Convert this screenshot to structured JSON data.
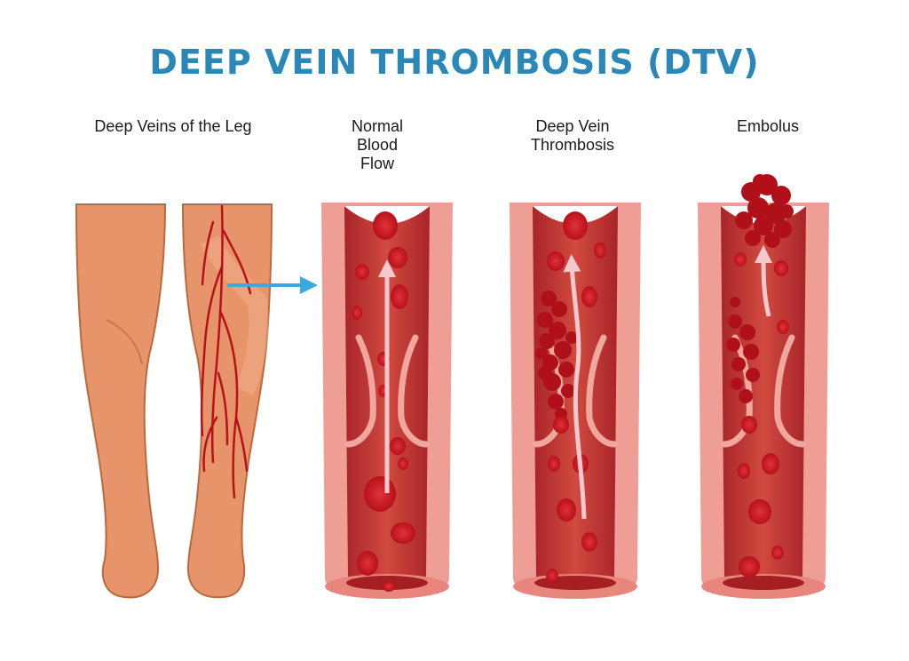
{
  "title": "DEEP VEIN THROMBOSIS (DTV)",
  "labels": {
    "legs": "Deep Veins of the Leg",
    "normal": "Normal\nBlood\nFlow",
    "dvt": "Deep Vein\nThrombosis",
    "embolus": "Embolus"
  },
  "colors": {
    "title": "#2a88b8",
    "skin": "#e8946a",
    "skin_outline": "#b86a3e",
    "vessel_outer": "#ee9e94",
    "vessel_inner": "#c0322e",
    "blood_cell": "#c4141f",
    "arrow": "#f6c9cf",
    "pointer": "#3aa9dc"
  },
  "icons": [
    "legs-illustration",
    "blood-vessel-icon",
    "blood-cell-icon",
    "clot-icon",
    "flow-arrow-icon"
  ]
}
